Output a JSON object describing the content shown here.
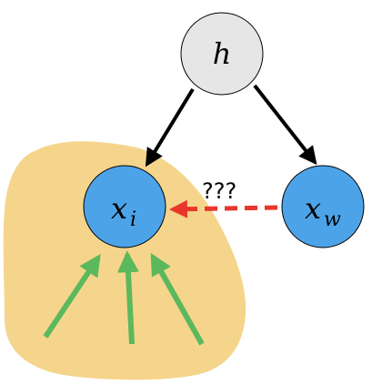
{
  "nodes": {
    "h": {
      "label": "h",
      "fill": "#e6e6e6"
    },
    "xi": {
      "label_main": "x",
      "label_sub": "i",
      "fill": "#4da3e8"
    },
    "xw": {
      "label_main": "x",
      "label_sub": "w",
      "fill": "#4da3e8"
    }
  },
  "edges": {
    "h_to_xi": {
      "color": "#000000",
      "style": "solid"
    },
    "h_to_xw": {
      "color": "#000000",
      "style": "solid"
    },
    "xw_to_xi": {
      "color": "#e8372a",
      "style": "dashed",
      "label": "???"
    }
  },
  "region": {
    "fill": "#f5d58c"
  },
  "context_arrows": {
    "count": 3,
    "color": "#5cb85c"
  }
}
